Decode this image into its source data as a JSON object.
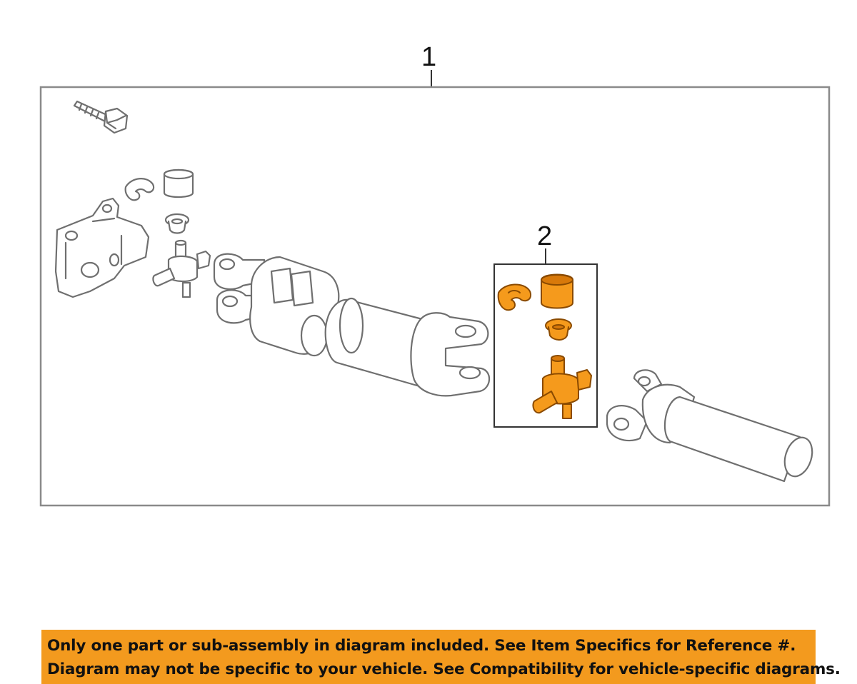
{
  "callouts": {
    "assembly": "1",
    "subassembly": "2"
  },
  "banner": {
    "line1": "Only one part or sub-assembly in diagram included. See Item Specifics for Reference #.",
    "line2": "Diagram may not be specific to your vehicle. See Compatibility for vehicle-specific diagrams."
  },
  "colors": {
    "highlight": "#f59a1c",
    "banner": "#f39a1e",
    "outline": "#6f6f6f"
  }
}
